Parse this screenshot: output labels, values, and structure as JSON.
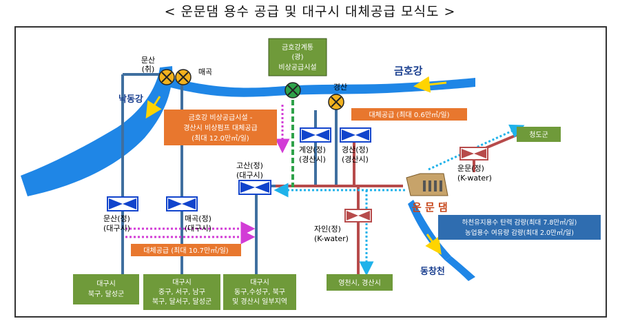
{
  "title": "< 운문댐 용수 공급 및 대구시 대체공급 모식도 >",
  "rivers": {
    "nakdong": "낙동강",
    "geumho": "금호강",
    "dongchang": "동창천"
  },
  "intakes": {
    "munsan": [
      "문산",
      "(취)"
    ],
    "maegok": [
      "매곡"
    ],
    "gyeongsan": "경산"
  },
  "geumho_temp": [
    "금호강계통",
    "(광)",
    "비상공급시설"
  ],
  "callouts": {
    "emergency_pump": [
      "금호강 비상공급시설 -",
      "경산시 비상펌프 대체공급",
      "(최대 12.0만㎥/일)"
    ],
    "gyeongsan_supply": "대체공급 (최대 0.6만㎥/일)",
    "daegu_supply": "대체공급 (최대 10.7만㎥/일)",
    "dam_reduction": [
      "하천유지용수 탄력 감량(최대 7.8만㎥/일)",
      "농업용수 여유량 감량(최대 2.0만㎥/일)"
    ]
  },
  "plants": {
    "munsan": [
      "문산(정)",
      "(대구시)"
    ],
    "maegok": [
      "매곡(정)",
      "(대구시)"
    ],
    "gosan": [
      "고산(정)",
      "(대구시)"
    ],
    "gyeyang": [
      "계양(정)",
      "(경산시)"
    ],
    "gyeongsan": [
      "경산(정)",
      "(경산시)"
    ],
    "jain": [
      "자인(정)",
      "(K-water)"
    ],
    "unmun": [
      "운문(정)",
      "(K-water)"
    ]
  },
  "dam": "운 문 댐",
  "destinations": {
    "d1": [
      "대구시",
      "북구, 달성군"
    ],
    "d2": [
      "대구시",
      "중구, 서구, 남구",
      "북구, 달서구, 달성군"
    ],
    "d3": [
      "대구시",
      "동구,수성구, 북구",
      "및 경산시 일부지역"
    ],
    "d4": "영천시, 경산시",
    "d5": "청도군"
  },
  "colors": {
    "river": "#1f86e6",
    "pipe_blue": "#3f6f9f",
    "pipe_red": "#b74b4b",
    "orange": "#e8772e",
    "green_box": "#6f9a3a",
    "green_pipe": "#2fa24a",
    "magenta": "#d23cd6",
    "cyan": "#1fb2ea",
    "valve": "#1144cc"
  }
}
